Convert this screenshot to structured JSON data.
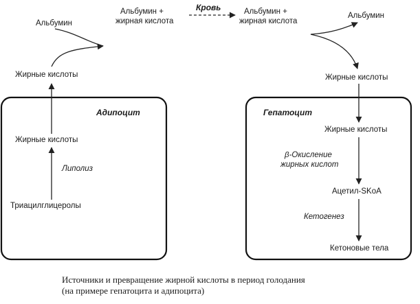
{
  "blood": {
    "label": "Кровь",
    "albumin_complex_left": [
      "Альбумин +",
      "жирная кислота"
    ],
    "albumin_complex_right": [
      "Альбумин +",
      "жирная кислота"
    ]
  },
  "adipocyte": {
    "title": "Адипоцит",
    "albumin": "Альбумин",
    "fatty_acids_outside": "Жирные кислоты",
    "fatty_acids_inside": "Жирные кислоты",
    "process": "Липолиз",
    "triacylglycerols": "Триацилглицеролы"
  },
  "hepatocyte": {
    "title": "Гепатоцит",
    "albumin": "Альбумин",
    "fatty_acids_outside": "Жирные кислоты",
    "fatty_acids_inside": "Жирные кислоты",
    "beta_oxidation": [
      "β-Окисление",
      "жирных кислот"
    ],
    "acetyl_coa": "Ацетил-SKoA",
    "process_ketogenesis": "Кетогенез",
    "ketone_bodies": "Кетоновые тела"
  },
  "caption": [
    "Источники и превращение жирной кислоты в период голодания",
    "(на примере гепатоцита и адипоцита)"
  ]
}
